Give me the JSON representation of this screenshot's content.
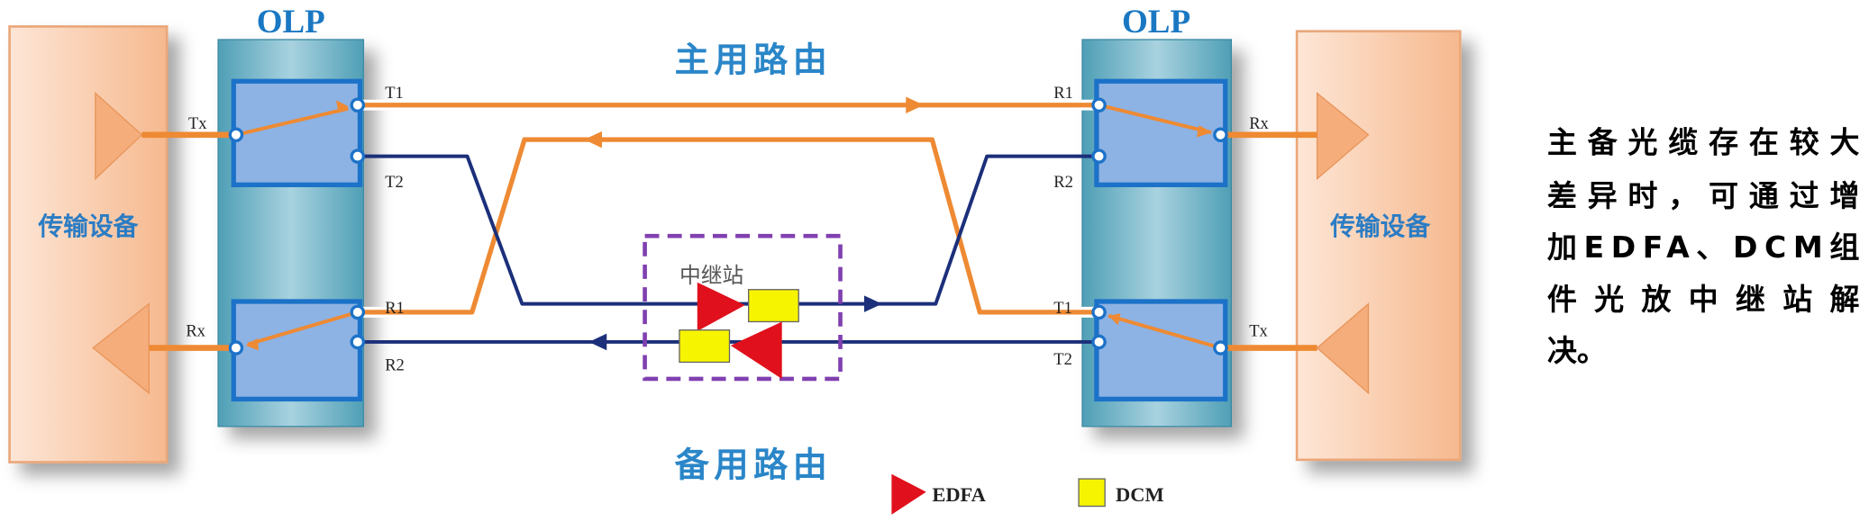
{
  "diagram": {
    "left_device": {
      "label": "传输设备",
      "ports": {
        "tx": "Tx",
        "rx": "Rx"
      }
    },
    "left_olp": {
      "label": "OLP",
      "ports": {
        "t1": "T1",
        "t2": "T2",
        "r1": "R1",
        "r2": "R2"
      }
    },
    "right_olp": {
      "label": "OLP",
      "ports": {
        "r1": "R1",
        "r2": "R2",
        "t1": "T1",
        "t2": "T2"
      }
    },
    "right_device": {
      "label": "传输设备",
      "ports": {
        "rx": "Rx",
        "tx": "Tx"
      }
    },
    "primary_route": "主用路由",
    "backup_route": "备用路由",
    "relay_station": "中继站",
    "legend": {
      "edfa": "EDFA",
      "dcm": "DCM"
    },
    "colors": {
      "primary_fiber": "#ee8a33",
      "backup_fiber": "#1b2f7a",
      "edfa": "#e0101c",
      "dcm": "#f7f400",
      "relay_box": "#8040b0"
    }
  },
  "description": {
    "lines": [
      "主备光缆存在较大",
      "差异时，可通过增",
      "加EDFA、DCM组",
      "件光放中继站解",
      "决。"
    ]
  }
}
